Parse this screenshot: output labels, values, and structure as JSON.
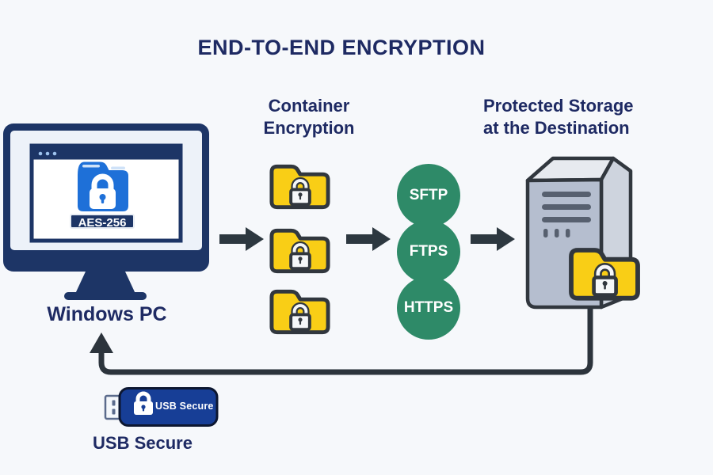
{
  "title": "END-TO-END ENCRYPTION",
  "source": {
    "label": "Windows PC",
    "badge": "AES-256"
  },
  "container": {
    "heading": "Container Encryption",
    "folder_count": 3
  },
  "protocols": {
    "items": [
      "SFTP",
      "FTPS",
      "HTTPS"
    ]
  },
  "destination": {
    "heading": "Protected Storage at the Destination"
  },
  "usb": {
    "device_label": "USB Secure",
    "caption": "USB Secure"
  },
  "icons": {
    "monitor": "monitor-icon",
    "browser_window": "browser-window-icon",
    "blue_locked_folder": "locked-folder-blue-icon",
    "yellow_locked_folder": "locked-folder-yellow-icon",
    "padlock": "padlock-icon",
    "arrow_right": "arrow-right-icon",
    "server": "server-icon",
    "usb_drive": "usb-drive-icon",
    "return_arrow": "return-arrow-icon"
  },
  "colors": {
    "background": "#f6f8fb",
    "heading_text": "#1e2a63",
    "navy_ui": "#1d3566",
    "folder_blue": "#1e70d8",
    "folder_yellow": "#f9ce16",
    "outline_charcoal": "#31373e",
    "arrow_dark": "#2d3840",
    "protocol_green": "#2e8a68",
    "server_gray": "#b5becf",
    "usb_blue": "#173e96"
  }
}
